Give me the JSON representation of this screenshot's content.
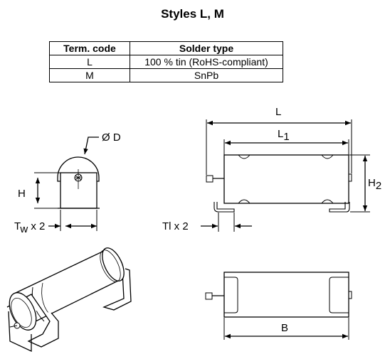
{
  "title": "Styles L, M",
  "table": {
    "headers": [
      "Term. code",
      "Solder type"
    ],
    "rows": [
      [
        "L",
        "100 % tin (RoHS-compliant)"
      ],
      [
        "M",
        "SnPb"
      ]
    ]
  },
  "dimensions": {
    "diameter": "Ø D",
    "height_h": "H",
    "tw_main": "T",
    "tw_sub": "w",
    "tw_suffix": " x 2",
    "tl": "Tl x 2",
    "length": "L",
    "l1_main": "L",
    "l1_sub": "1",
    "h2_main": "H",
    "h2_sub": "2",
    "width_b": "B"
  }
}
